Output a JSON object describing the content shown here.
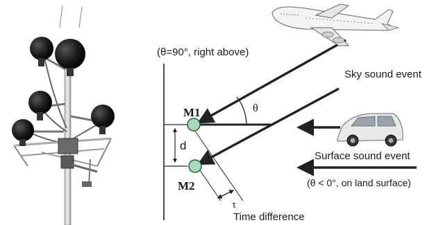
{
  "labels": {
    "zenith_note": "(θ=90°, right above)",
    "sky_event": "Sky sound event",
    "surface_event": "Surface sound event",
    "surface_note": "(θ < 0°, on land surface)",
    "mic_top": "M1",
    "mic_bottom": "M2",
    "spacing": "d",
    "angle": "θ",
    "delay": "τ",
    "time_difference": "Time difference"
  },
  "icons": {
    "aircraft": "airplane-icon",
    "vehicle": "car-icon",
    "microphone_array": "microphone-array-photo"
  },
  "colors": {
    "mic_fill": "#a8d8b5",
    "mic_stroke": "#1f5f3a",
    "arrow": "#222222",
    "background": "#ffffff"
  }
}
